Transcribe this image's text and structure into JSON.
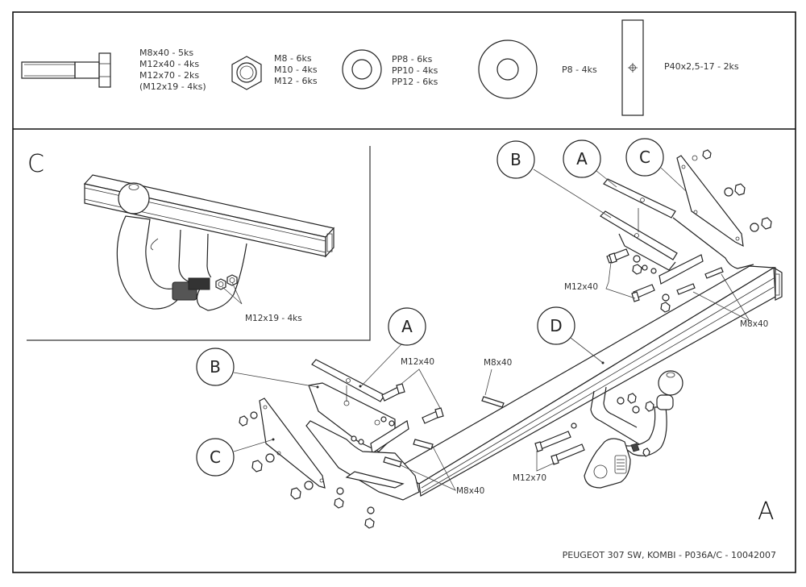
{
  "parts_list": [
    {
      "part": "bolt",
      "lines": [
        "M8x40 - 5ks",
        "M12x40 - 4ks",
        "M12x70 - 2ks",
        "(M12x19 - 4ks)"
      ]
    },
    {
      "part": "nut",
      "lines": [
        "M8 - 6ks",
        "M10 - 4ks",
        "M12 - 6ks"
      ]
    },
    {
      "part": "washer",
      "lines": [
        "PP8 - 6ks",
        "PP10 - 4ks",
        "PP12 - 6ks"
      ]
    },
    {
      "part": "large-washer",
      "lines": [
        "P8 - 4ks"
      ]
    },
    {
      "part": "plate",
      "lines": [
        "P40x2,5-17 - 2ks"
      ]
    }
  ],
  "inset": {
    "view_letter": "C",
    "bolt_label": "M12x19 - 4ks"
  },
  "main": {
    "view_letter": "A",
    "callouts_right": [
      "B",
      "A",
      "C"
    ],
    "callouts_left": [
      "A",
      "B",
      "C"
    ],
    "callout_beam": "D",
    "labels": {
      "m12x40_right": "M12x40",
      "m8x40_right": "M8x40",
      "m12x40_left": "M12x40",
      "m8x40_mid": "M8x40",
      "m8x40_left": "M8x40",
      "m12x70": "M12x70"
    }
  },
  "title_block": "PEUGEOT 307 SW, KOMBI  - P036A/C - 10042007"
}
